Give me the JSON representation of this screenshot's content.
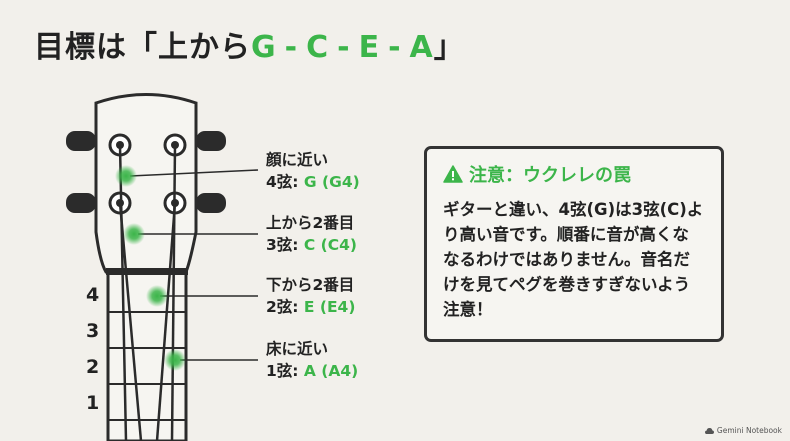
{
  "title": {
    "prefix": "目標は「上から",
    "notes": [
      "G",
      "C",
      "E",
      "A"
    ],
    "separator": "-",
    "suffix": "」"
  },
  "strings": [
    {
      "position": "顔に近い",
      "label": "4弦: ",
      "note": "G (G4)"
    },
    {
      "position": "上から2番目",
      "label": "3弦: ",
      "note": "C (C4)"
    },
    {
      "position": "下から2番目",
      "label": "2弦: ",
      "note": "E (E4)"
    },
    {
      "position": "床に近い",
      "label": "1弦: ",
      "note": "A (A4)"
    }
  ],
  "frets": [
    "4",
    "3",
    "2",
    "1"
  ],
  "warning": {
    "icon": "warning-triangle-icon",
    "title": "注意：ウクレレの罠",
    "body": "ギターと違い、4弦(G)は3弦(C)より高い音です。順番に音が高くな なるわけではありません。音名だけを見てペグを巻きすぎないよう注意！"
  },
  "footer": {
    "icon": "gemini-cloud-icon",
    "text": "Gemini Notebook"
  },
  "colors": {
    "accent": "#3cb54a",
    "background": "#f2f0eb",
    "ink": "#222222"
  }
}
